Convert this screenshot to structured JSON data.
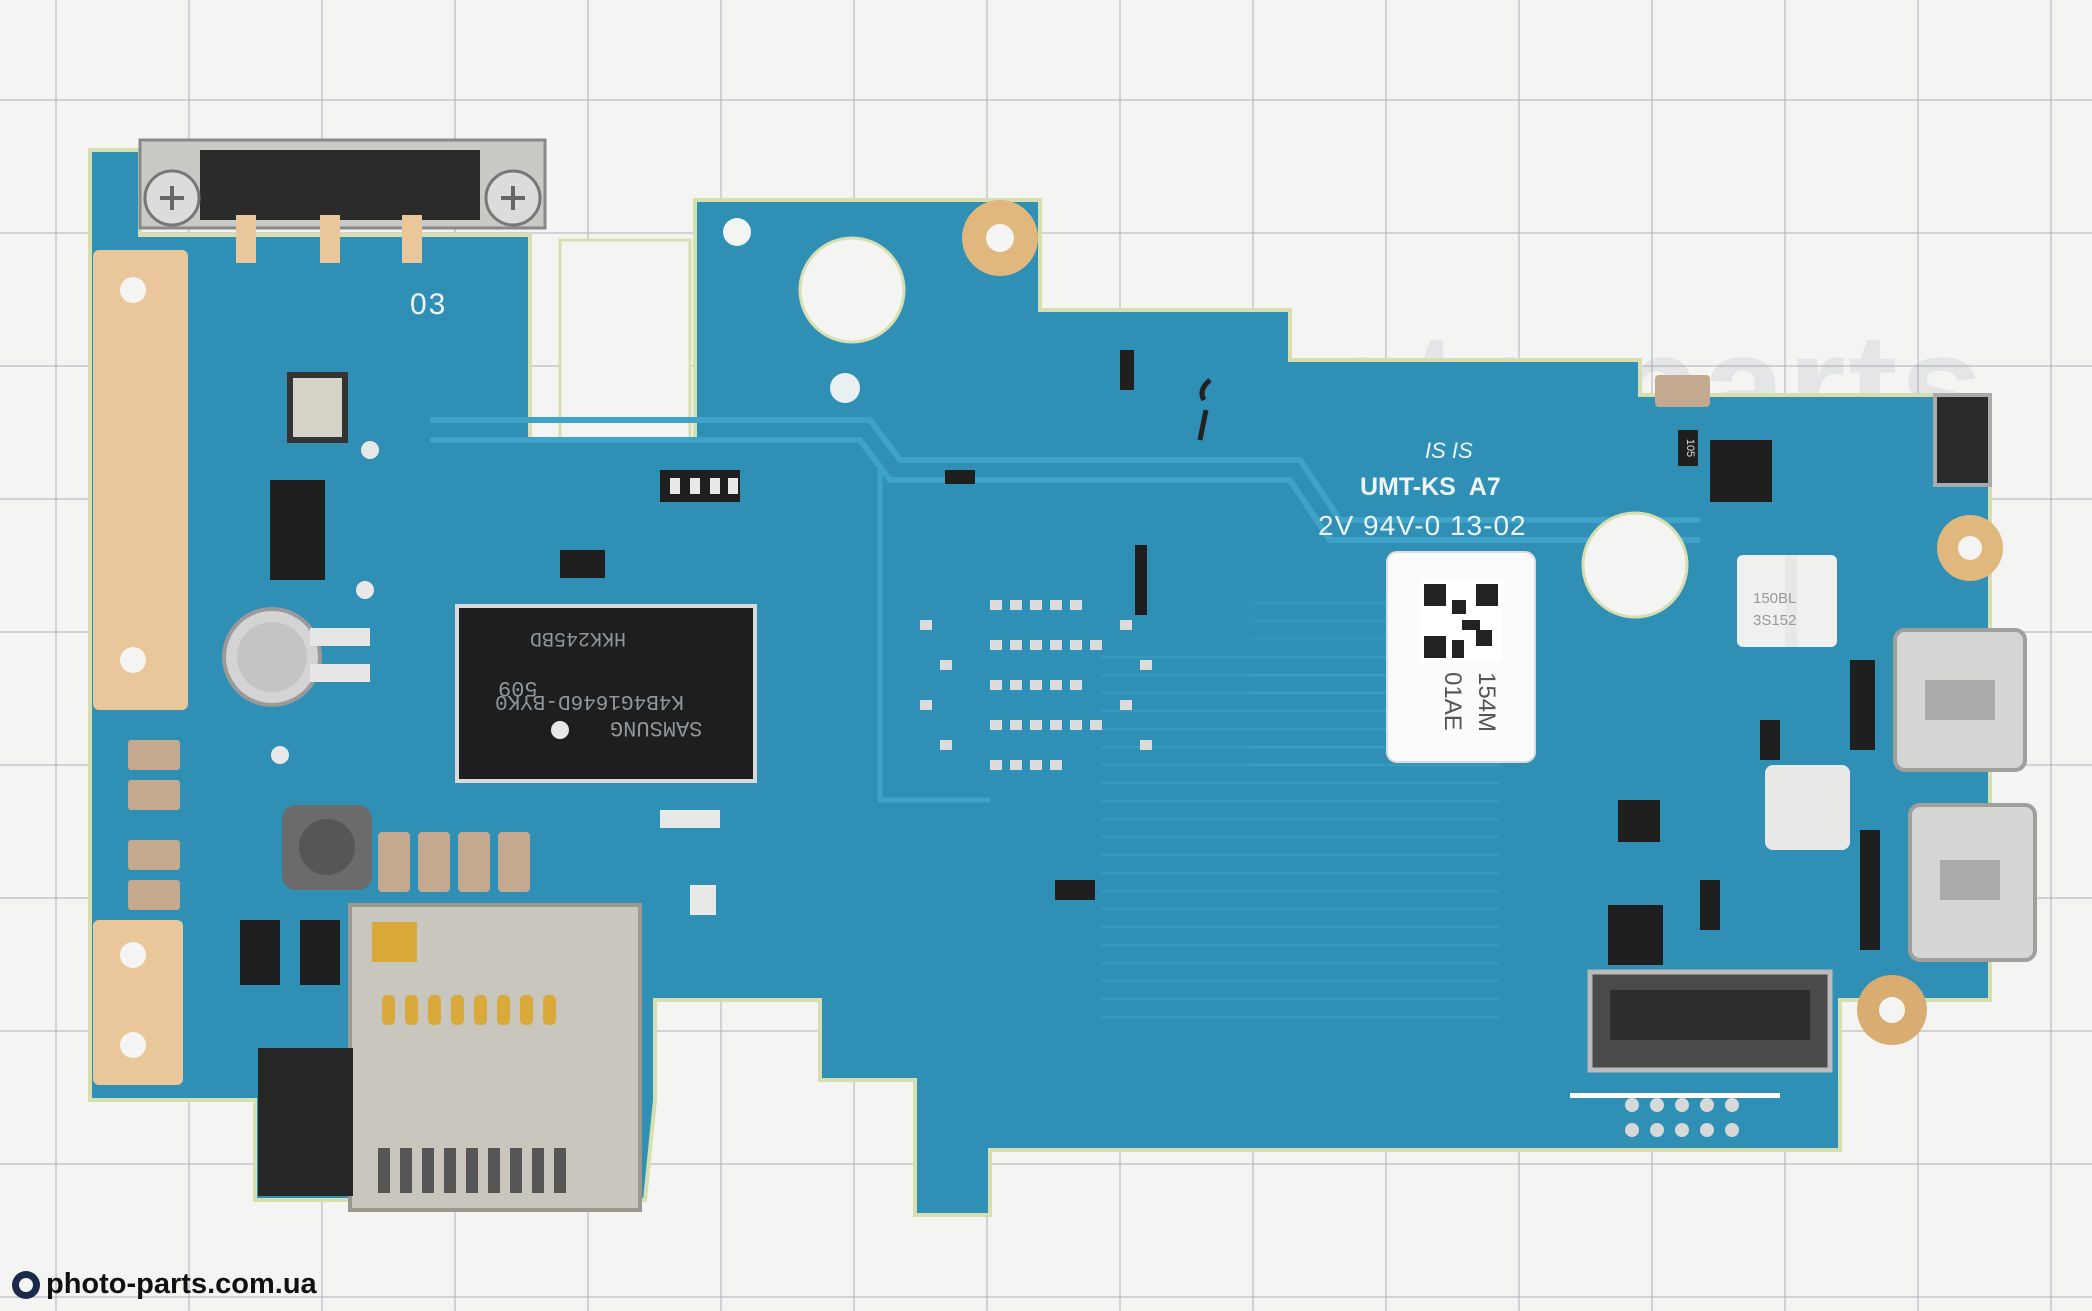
{
  "photo": {
    "subject": "camera main circuit board",
    "watermark_text": "photo-parts",
    "site_caption": "photo-parts.com.ua",
    "colors": {
      "background": "#f4f4f3",
      "grid": "#b4b4be",
      "pcb": "#2f8fb5",
      "pcb_trace": "#3a9cc2",
      "gold_pad": "#e9c79a",
      "silver": "#c9c9c6"
    }
  },
  "silkscreen": {
    "corner_code": "03",
    "model_line": "UMT-KS  A7",
    "rating_line": "2V 94V-0 13-02",
    "small_mark": "IS IS"
  },
  "memory_chip": {
    "brand": "SAMSUNG",
    "lot": "509",
    "part_number": "K4B4G1646D-BYK0",
    "batch": "HKK245BD"
  },
  "sticker": {
    "code_line_1": "154M",
    "code_line_2": "01AE"
  },
  "sensor_chip": {
    "line_1": "150BL",
    "line_2": "3S152"
  },
  "resistor_mark": "105"
}
